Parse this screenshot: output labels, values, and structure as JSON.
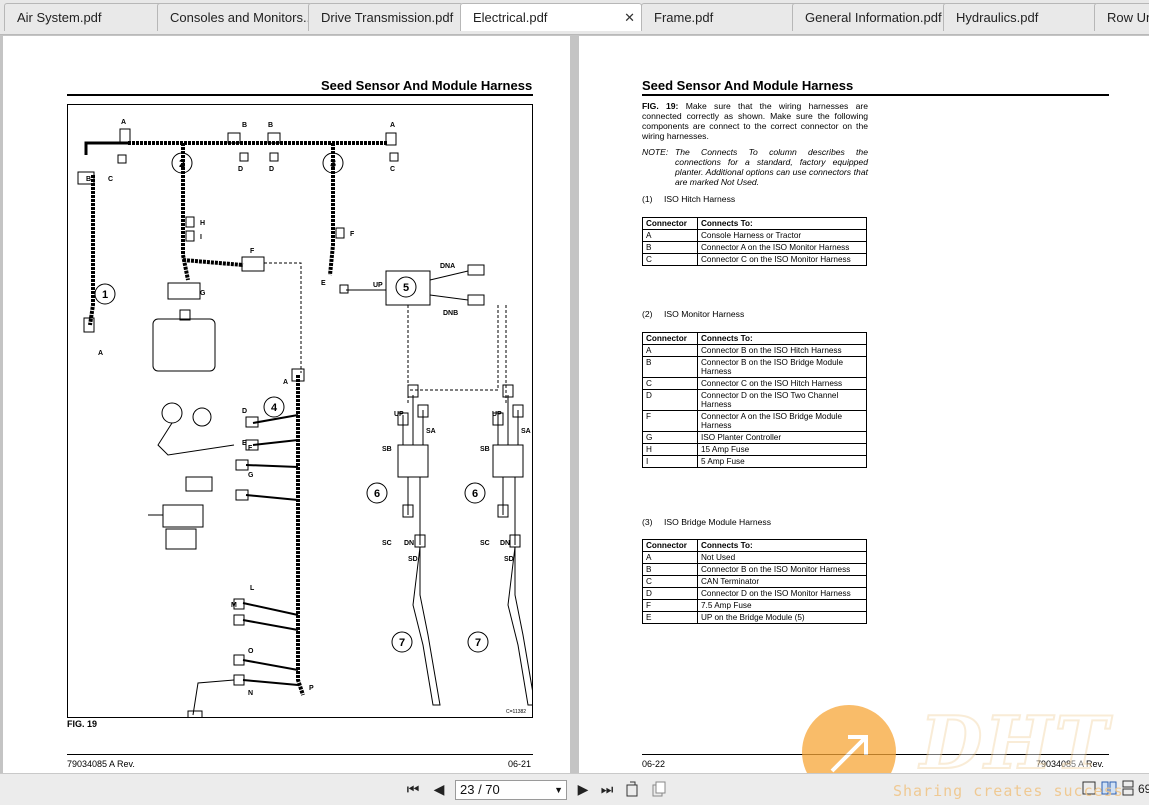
{
  "tabs": [
    {
      "label": "Air System.pdf",
      "active": false
    },
    {
      "label": "Consoles and Monitors...",
      "active": false
    },
    {
      "label": "Drive Transmission.pdf",
      "active": false
    },
    {
      "label": "Electrical.pdf",
      "active": true
    },
    {
      "label": "Frame.pdf",
      "active": false
    },
    {
      "label": "General Information.pdf",
      "active": false
    },
    {
      "label": "Hydraulics.pdf",
      "active": false
    },
    {
      "label": "Row Un",
      "active": false
    }
  ],
  "close_glyph": "✕",
  "left_page": {
    "title": "Seed Sensor And Module Harness",
    "figure_label": "FIG. 19",
    "figure_code": "C=11382",
    "footer_left": "79034085 A Rev.",
    "footer_right": "06-21",
    "callouts": {
      "c1": "1",
      "c2": "2",
      "c3": "3",
      "c4": "4",
      "c5": "5",
      "c6a": "6",
      "c6b": "6",
      "c7a": "7",
      "c7b": "7"
    },
    "letters": {
      "A1": "A",
      "B1": "B",
      "C1": "C",
      "A2": "A",
      "B2": "B",
      "D2": "D",
      "B3": "B",
      "D3": "D",
      "A3": "A",
      "C3": "C",
      "H": "H",
      "I": "I",
      "F1": "F",
      "G1": "G",
      "F2": "F",
      "E2": "E",
      "UP": "UP",
      "DNA": "DNA",
      "DNB": "DNB",
      "A4": "A",
      "D4": "D",
      "E4": "E",
      "F4": "F",
      "G4": "G",
      "L": "L",
      "M": "M",
      "O": "O",
      "N": "N",
      "P": "P",
      "UP6a": "UP",
      "SA6a": "SA",
      "SB6a": "SB",
      "SC6a": "SC",
      "DN6a": "DN",
      "SD6a": "SD",
      "UP6b": "UP",
      "SA6b": "SA",
      "SB6b": "SB",
      "SC6b": "SC",
      "DN6b": "DN",
      "SD6b": "SD"
    }
  },
  "right_page": {
    "title": "Seed Sensor And Module Harness",
    "fig_ref": "FIG. 19:",
    "fig_text": "Make sure that the wiring harnesses are connected correctly as shown. Make sure the following components are connect to the correct connector on the wiring harnesses.",
    "note_label": "NOTE:",
    "note_text": "The Connects To column describes the connections for a standard, factory equipped planter. Additional options can use connectors that are marked Not Used.",
    "footer_left": "06-22",
    "footer_right": "79034085 A Rev.",
    "sections": [
      {
        "num": "(1)",
        "name": "ISO Hitch Harness",
        "header": [
          "Connector",
          "Connects To:"
        ],
        "rows": [
          [
            "A",
            "Console Harness or Tractor"
          ],
          [
            "B",
            "Connector A on the ISO Monitor Harness"
          ],
          [
            "C",
            "Connector C on the ISO Monitor Harness"
          ]
        ]
      },
      {
        "num": "(2)",
        "name": "ISO Monitor Harness",
        "header": [
          "Connector",
          "Connects To:"
        ],
        "rows": [
          [
            "A",
            "Connector B on the ISO Hitch Harness"
          ],
          [
            "B",
            "Connector B on the ISO Bridge Module Harness"
          ],
          [
            "C",
            "Connector C on the ISO Hitch Harness"
          ],
          [
            "D",
            "Connector D on the ISO Two Channel Harness"
          ],
          [
            "F",
            "Connector A on the ISO Bridge Module Harness"
          ],
          [
            "G",
            "ISO Planter Controller"
          ],
          [
            "H",
            "15 Amp Fuse"
          ],
          [
            "I",
            "5 Amp Fuse"
          ]
        ]
      },
      {
        "num": "(3)",
        "name": "ISO Bridge Module Harness",
        "header": [
          "Connector",
          "Connects To:"
        ],
        "rows": [
          [
            "A",
            "Not Used"
          ],
          [
            "B",
            "Connector B on the ISO Monitor Harness"
          ],
          [
            "C",
            "CAN Terminator"
          ],
          [
            "D",
            "Connector D on the ISO Monitor Harness"
          ],
          [
            "F",
            "7.5 Amp Fuse"
          ],
          [
            "E",
            "UP on the Bridge Module (5)"
          ]
        ]
      }
    ]
  },
  "toolbar": {
    "page_value": "23 / 70",
    "first_icon": "⏮",
    "prev_icon": "◀",
    "next_icon": "▶",
    "last_icon": "⏭",
    "zoom_partial": "69"
  },
  "watermark": {
    "logo": "DHT",
    "tagline": "Sharing creates success"
  }
}
